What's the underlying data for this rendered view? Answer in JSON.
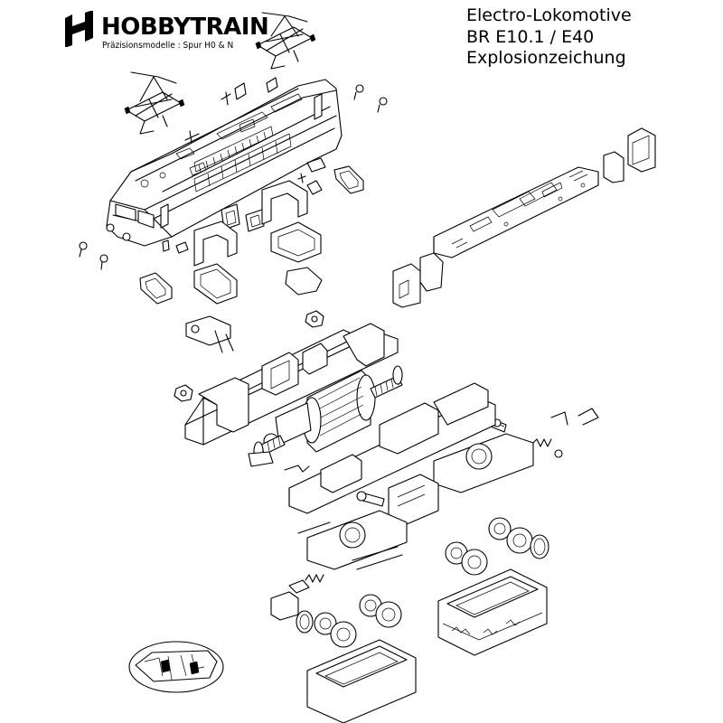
{
  "header": {
    "brand": "HOBBYTRAIN",
    "tagline": "Präzisionsmodelle : Spur H0 & N",
    "logo_icon": "h-letter-logo-icon"
  },
  "title": {
    "line1": "Electro-Lokomotive",
    "line2": "BR E10.1 / E40",
    "line3": "Explosionzeichung"
  },
  "diagram": {
    "kind": "exploded-view-line-drawing",
    "colors": {
      "line": "#000000",
      "background": "#ffffff"
    },
    "parts": [
      "locomotive-body-shell",
      "pantograph-left",
      "pantograph-right",
      "roof-fittings",
      "headlight-inserts",
      "window-glazing",
      "coupler-holders",
      "circuit-board",
      "cab-end-light-units",
      "chassis-frame-upper",
      "chassis-frame-lower",
      "motor",
      "worm-shafts",
      "screws",
      "springs",
      "bogie-gear-housing-front",
      "bogie-gear-housing-rear",
      "bogie-frame-front",
      "bogie-frame-rear",
      "wheelsets",
      "traction-tires",
      "bogie-side-frames",
      "detail-inset-oval"
    ]
  }
}
